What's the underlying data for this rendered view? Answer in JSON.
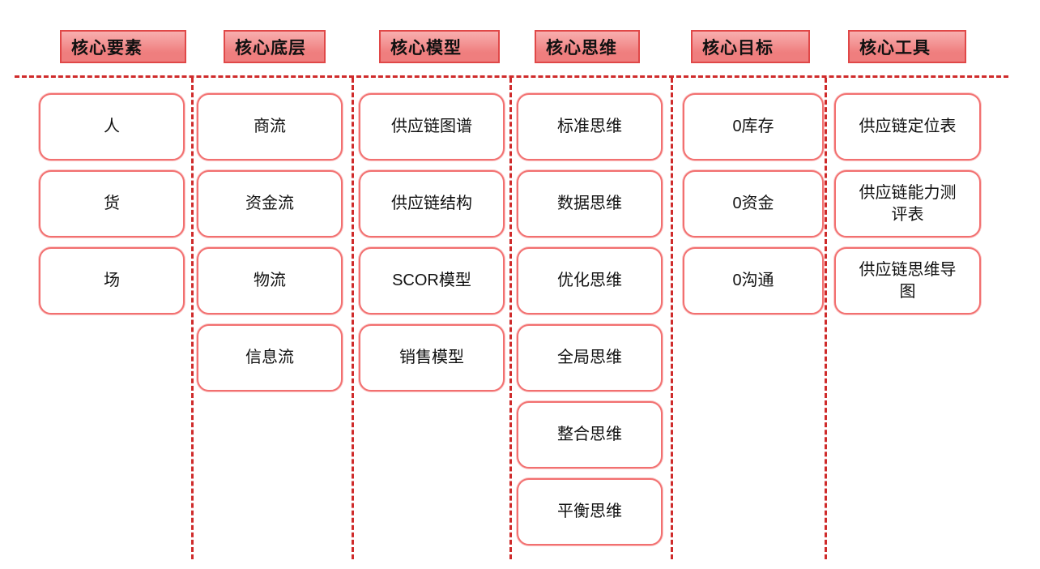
{
  "diagram": {
    "columns": [
      {
        "header": "核心要素",
        "items": [
          "人",
          "货",
          "场"
        ]
      },
      {
        "header": "核心底层",
        "items": [
          "商流",
          "资金流",
          "物流",
          "信息流"
        ]
      },
      {
        "header": "核心模型",
        "items": [
          "供应链图谱",
          "供应链结构",
          "SCOR模型",
          "销售模型"
        ]
      },
      {
        "header": "核心思维",
        "items": [
          "标准思维",
          "数据思维",
          "优化思维",
          "全局思维",
          "整合思维",
          "平衡思维"
        ]
      },
      {
        "header": "核心目标",
        "items": [
          "0库存",
          "0资金",
          "0沟通"
        ]
      },
      {
        "header": "核心工具",
        "items": [
          "供应链定位表",
          "供应链能力测评表",
          "供应链思维导图"
        ]
      }
    ]
  },
  "colors": {
    "background": "#ffffff",
    "dash_line": "#cf2b2b",
    "header_fill_top": "#f8afaf",
    "header_fill_bottom": "#ef7e7e",
    "header_border": "#e04848",
    "box_border": "#f27070",
    "box_border_halo": "#fac9c9",
    "text": "#111111"
  }
}
